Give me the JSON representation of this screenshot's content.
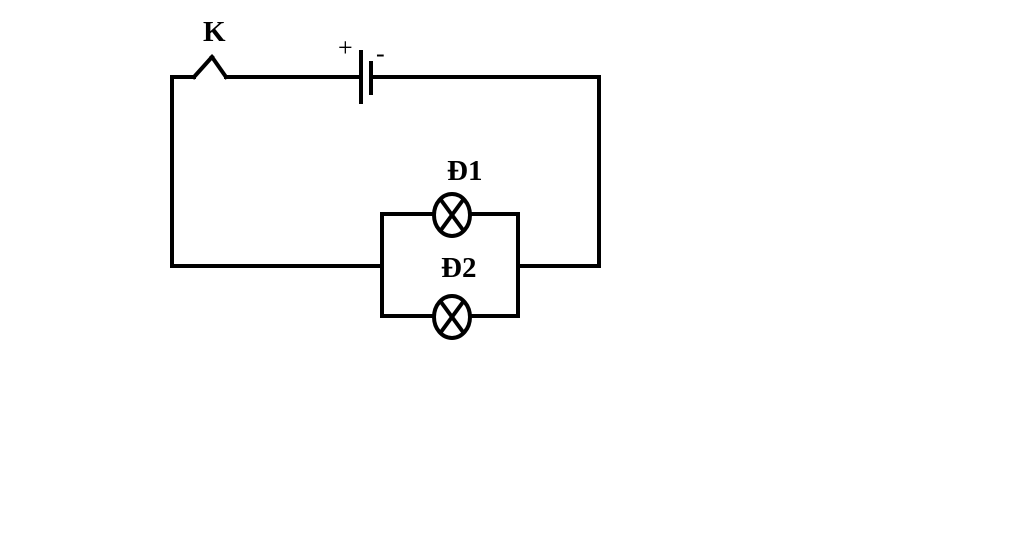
{
  "diagram": {
    "switch_label": "K",
    "battery_plus": "+",
    "battery_minus": "-",
    "lamp1_label": "Đ1",
    "lamp2_label": "Đ2"
  },
  "colors": {
    "stroke": "#000000",
    "background": "#ffffff"
  }
}
